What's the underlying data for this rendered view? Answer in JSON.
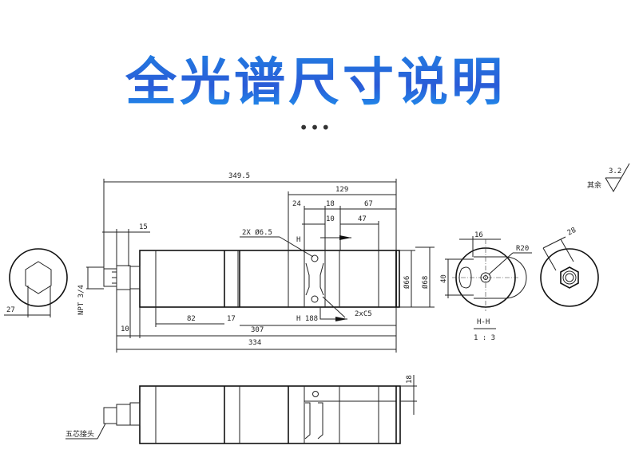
{
  "header": {
    "title": "全光谱尺寸说明",
    "dots": "•••"
  },
  "drawing": {
    "front_view": {
      "overall_length": "349.5",
      "dim_129": "129",
      "dim_24": "24",
      "dim_18": "18",
      "dim_67": "67",
      "dim_10_top": "10",
      "dim_47": "47",
      "dim_15": "15",
      "hole_note": "2X Ø6.5",
      "section_mark_top": "H",
      "section_mark_bottom": "H 188",
      "chamfer_note": "2xC5",
      "dim_82": "82",
      "dim_17": "17",
      "dim_307": "307",
      "dim_10_bottom": "10",
      "dim_334": "334",
      "dia_66": "Ø66",
      "dia_68": "Ø68",
      "thread": "NPT 3/4"
    },
    "end_view": {
      "hex_size": "27"
    },
    "section_view": {
      "dim_16": "16",
      "dim_40": "40",
      "radius": "R20",
      "label": "H-H",
      "scale": "1 : 3"
    },
    "connector_view": {
      "dim_28": "28"
    },
    "surface_finish": {
      "note": "其余",
      "value": "3.2"
    },
    "bottom_view": {
      "dim_18": "18",
      "connector_label": "五芯接头"
    }
  }
}
